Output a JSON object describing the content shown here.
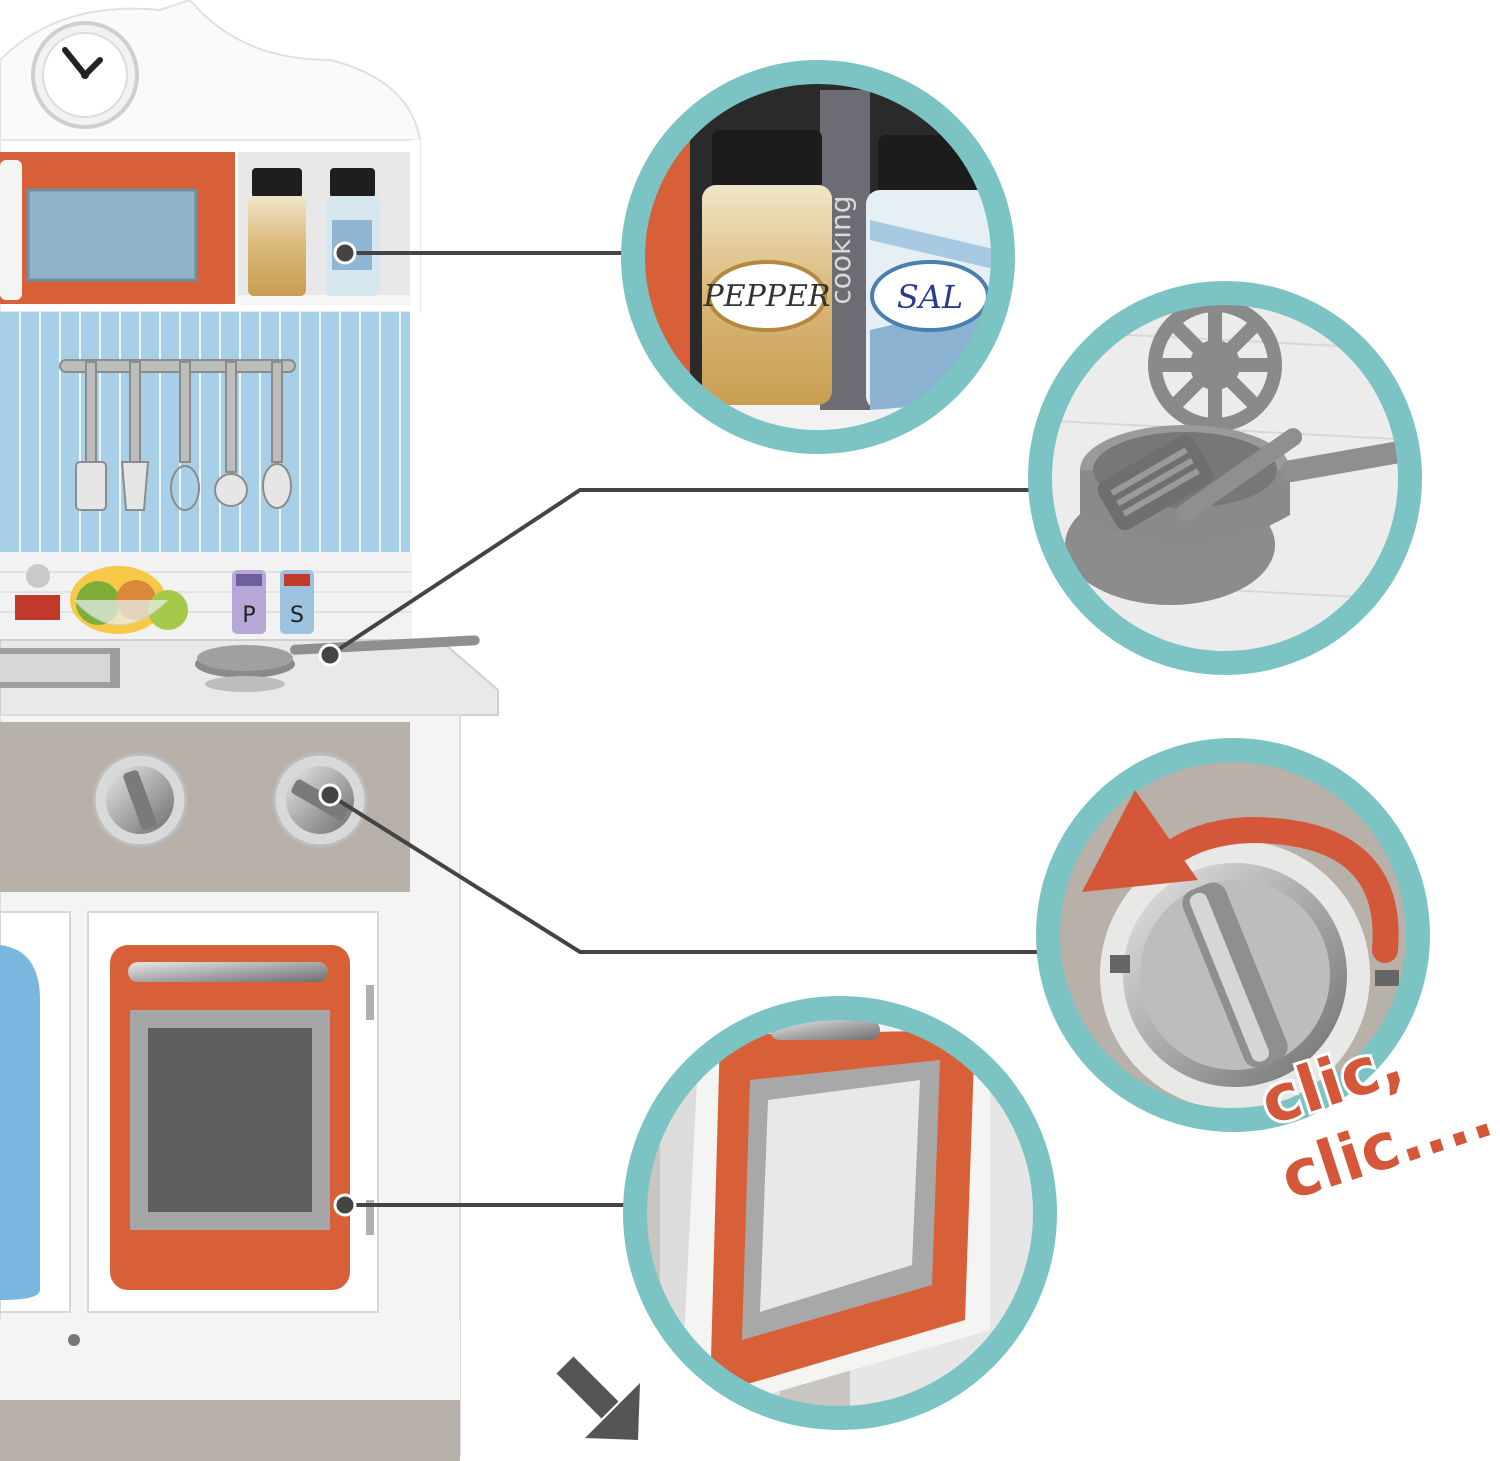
{
  "image": {
    "subject": "toy-kitchen-feature-callouts",
    "colors": {
      "ring": "#7cc3c4",
      "accent_orange": "#d86038",
      "backsplash_blue": "#a8cfe8",
      "cabinet_white": "#f4f4f2",
      "metal_grey": "#9a9a9a",
      "leader_line": "#444444",
      "arrow_red": "#d5573a",
      "arrow_dark": "#555555"
    }
  },
  "labels": {
    "jar_pepper": "PEPPER",
    "jar_salt": "SAL",
    "book_spine": "cooking",
    "shaker_p": "P",
    "shaker_s": "S",
    "clic_line1": "clic,",
    "clic_line2": "clic...."
  },
  "icons": {
    "rotate_arrow": "curved-arrow-icon",
    "open_arrow": "down-right-arrow-icon"
  }
}
